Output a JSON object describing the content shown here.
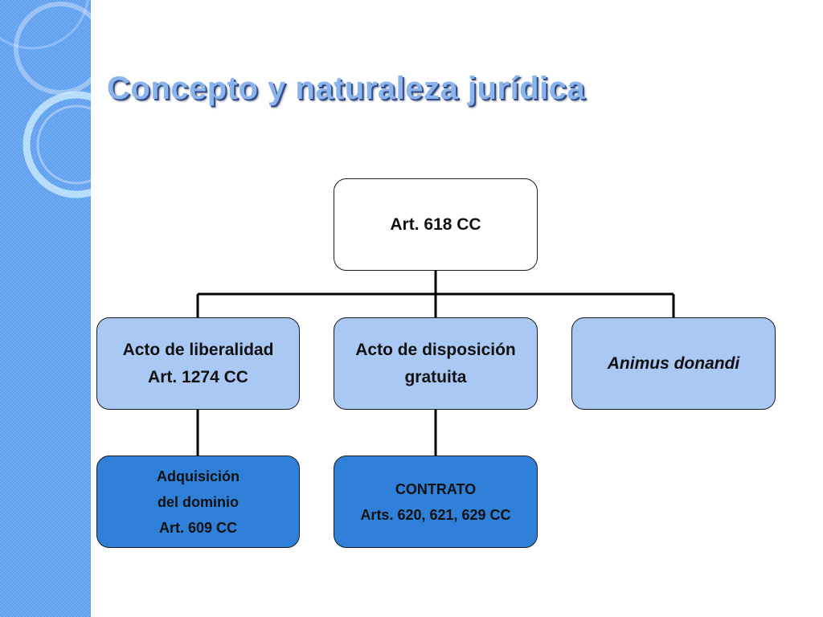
{
  "slide": {
    "title": "Concepto y naturaleza jurídica"
  },
  "diagram": {
    "root": {
      "lines": [
        "Art. 618 CC"
      ]
    },
    "level1": [
      {
        "lines": [
          "Acto de liberalidad",
          "Art. 1274 CC"
        ]
      },
      {
        "lines": [
          "Acto de disposición",
          "gratuita"
        ]
      },
      {
        "lines": [
          "Animus donandi"
        ],
        "italic": true
      }
    ],
    "level2": [
      {
        "lines": [
          "Adquisición",
          "del dominio",
          "Art. 609 CC"
        ]
      },
      {
        "lines": [
          "CONTRATO",
          "Arts. 620, 621, 629 CC"
        ]
      }
    ]
  },
  "colors": {
    "sidebar": "#5f9ff0",
    "title": "#8bb3ec",
    "light_node": "#a9c8f3",
    "dark_node": "#2f80d9",
    "root_node": "#ffffff"
  }
}
